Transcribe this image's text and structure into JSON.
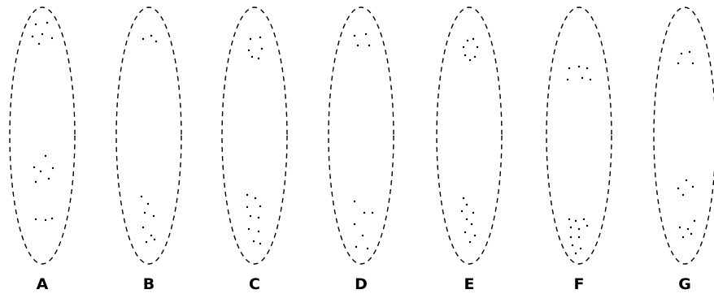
{
  "labels": [
    "A",
    "B",
    "C",
    "D",
    "E",
    "F",
    "G"
  ],
  "colors": {
    "background": "#ffffff",
    "ink": "#000000"
  }
}
